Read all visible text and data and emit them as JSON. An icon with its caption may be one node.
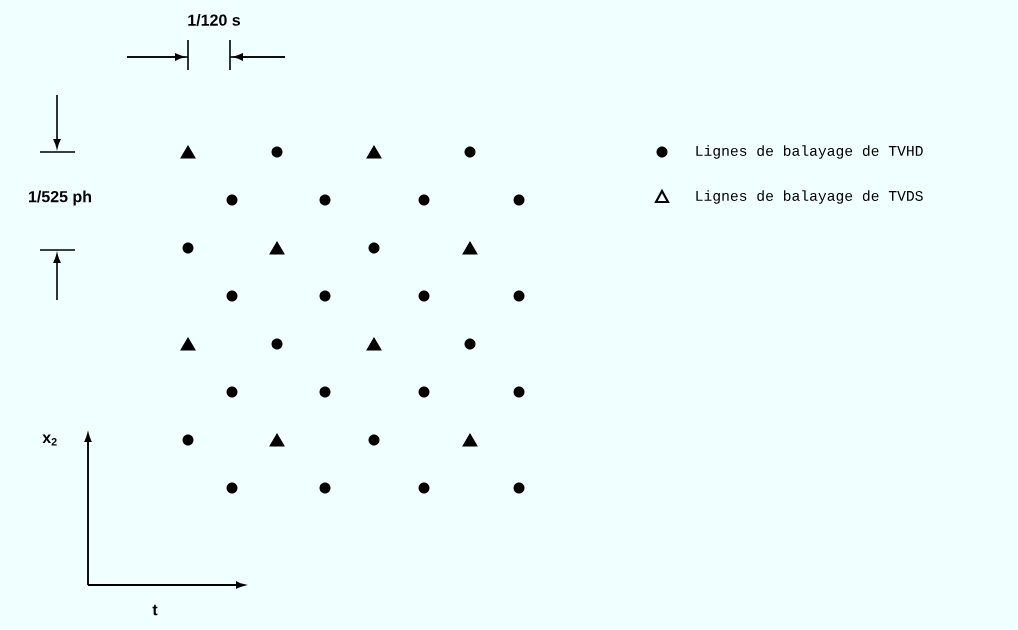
{
  "diagram": {
    "labels": [
      "1/120 s",
      "1/525 ph",
      "x$_{2}$",
      "t"
    ],
    "legend": [
      {
        "text": "Lignes de balayage de TVHD"
      },
      {
        "text": "Lignes de balayage de TVDS"
      }
    ]
  }
}
